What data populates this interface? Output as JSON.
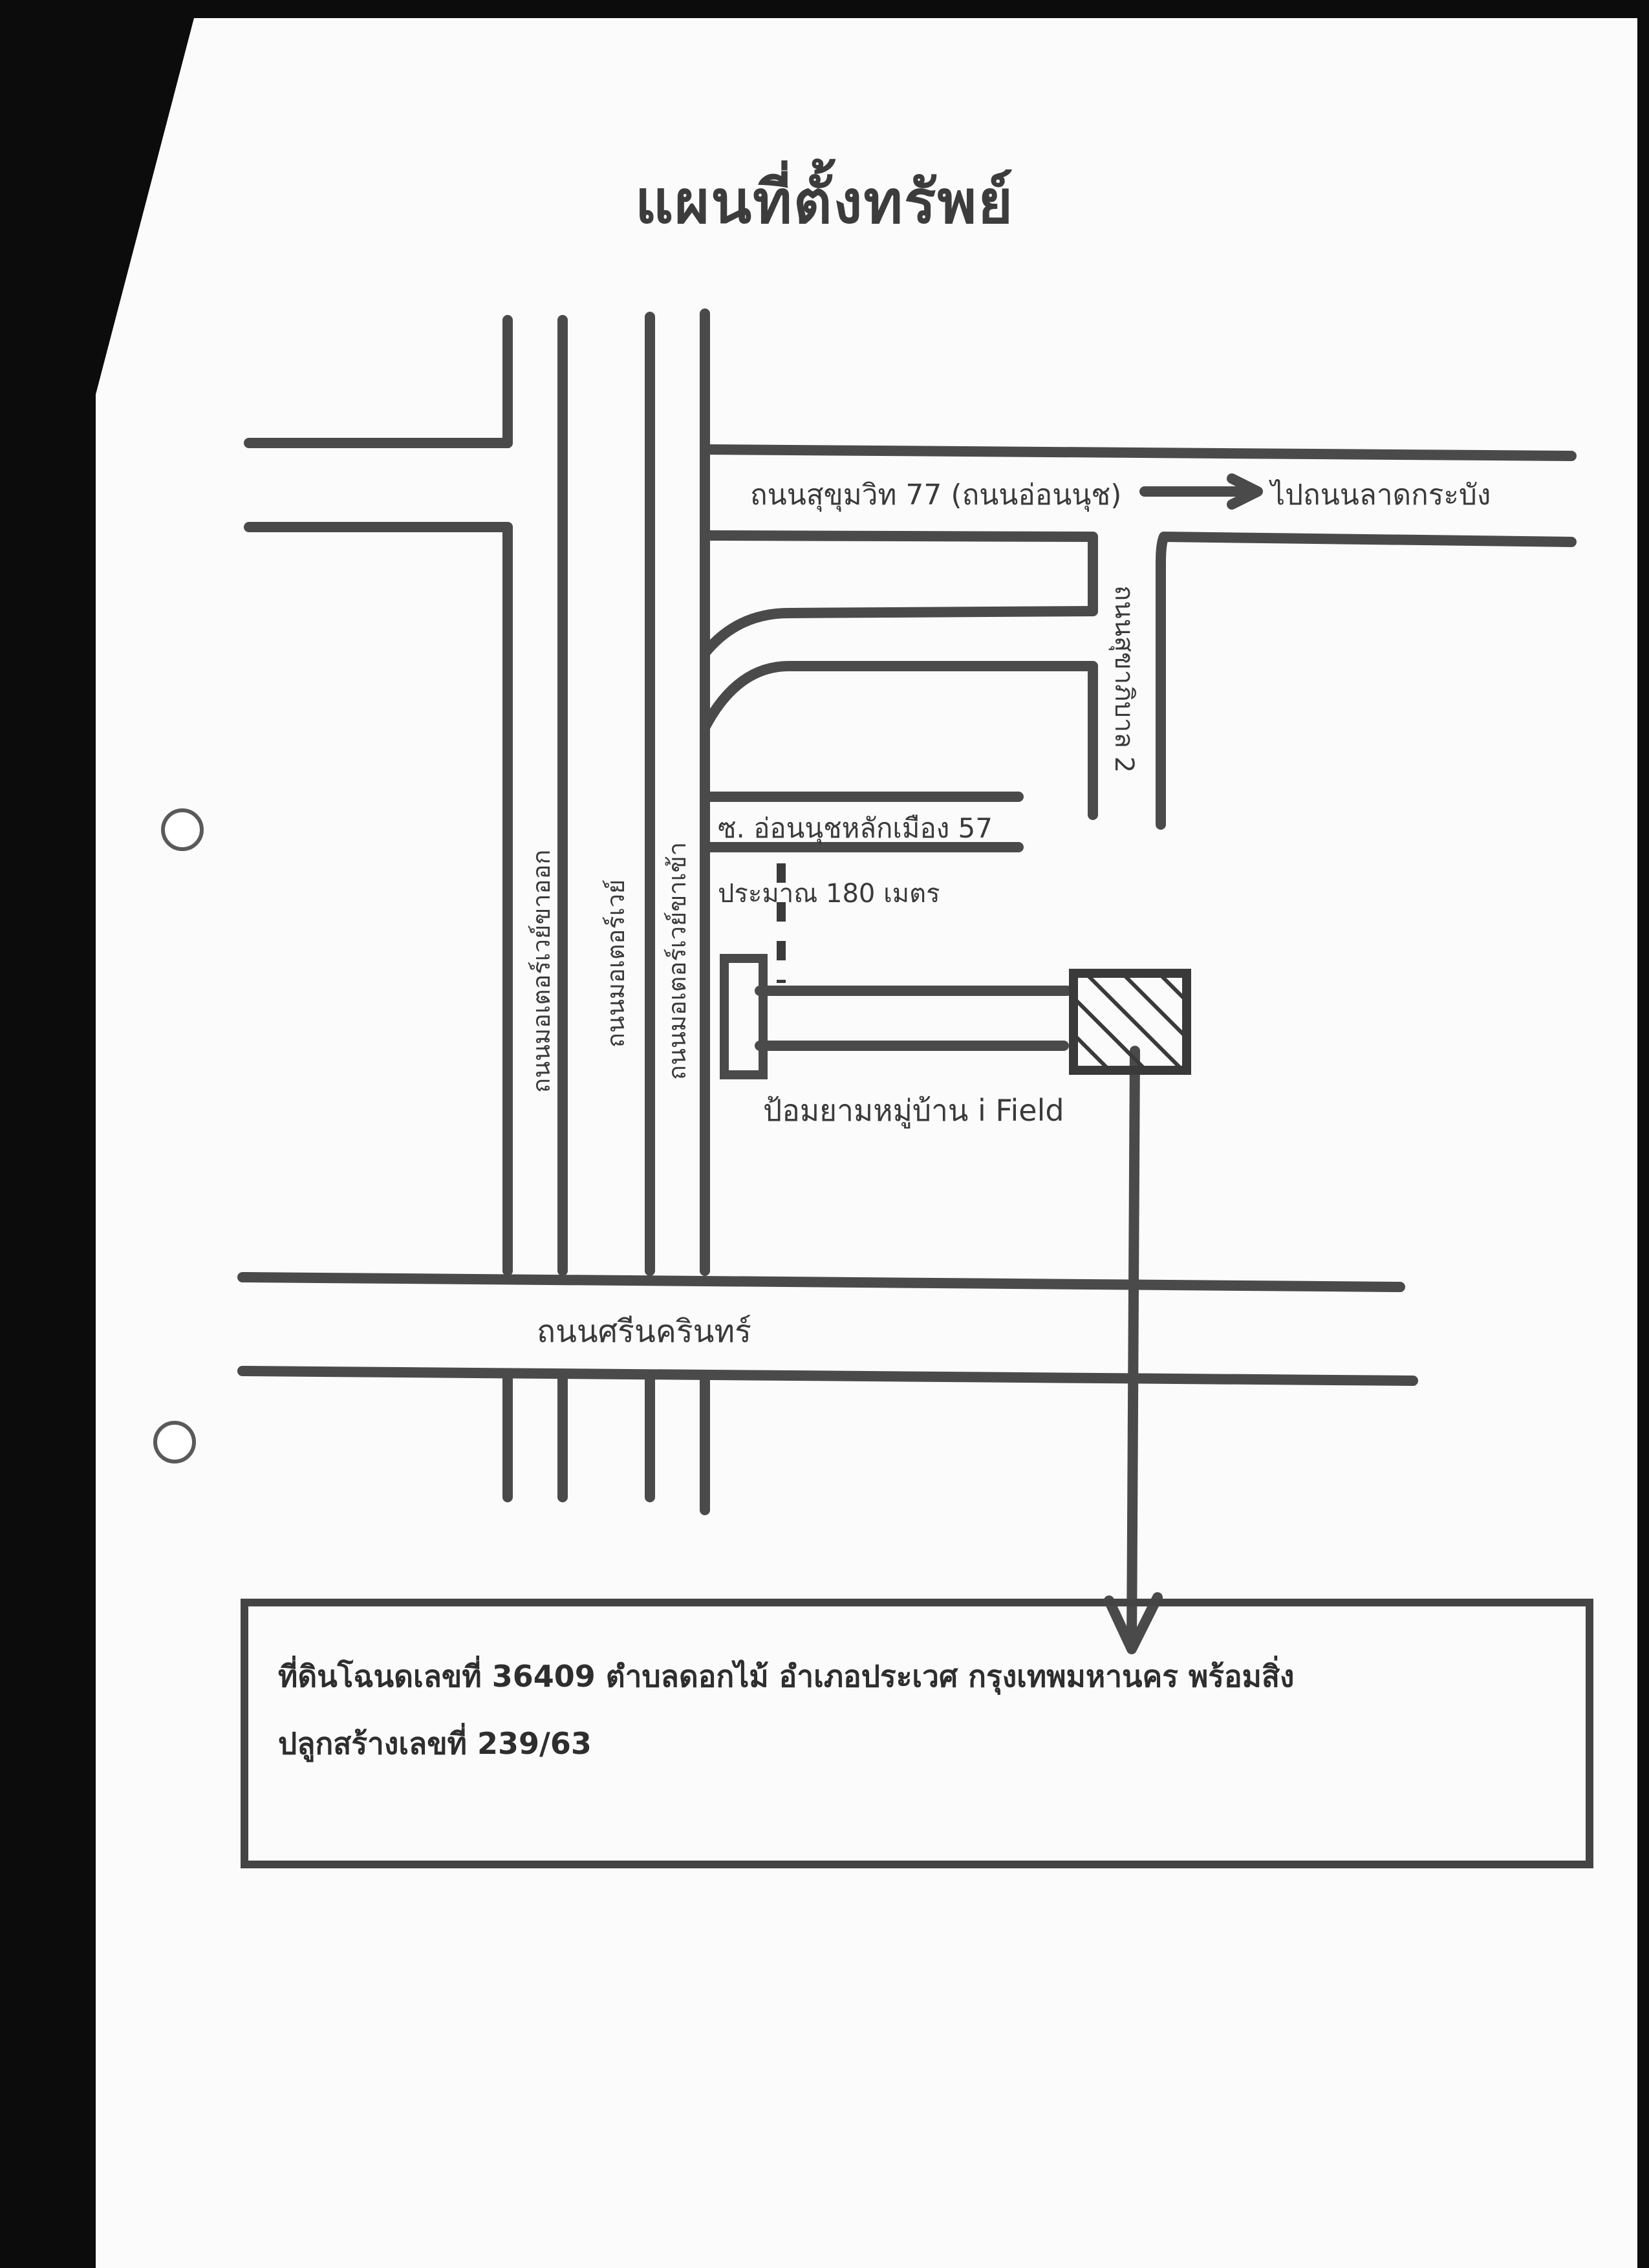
{
  "title": "แผนที่ตั้งทรัพย์",
  "map": {
    "road_main_north": "ถนนสุขุมวิท 77 (ถนนอ่อนนุช)",
    "to_direction": "ไปถนนลาดกระบัง",
    "road_side_vertical": "ถนนสุขาภิบาล 2",
    "soi_label": "ซ. อ่อนนุชหลักเมือง 57",
    "distance_label": "ประมาณ 180 เมตร",
    "landmark_label": "ป้อมยามหมู่บ้าน i Field",
    "road_west_1": "ถนนมอเตอร์เวย์ขาออก",
    "road_west_2": "ถนนมอเตอร์เวย์",
    "road_west_3": "ถนนมอเตอร์เวย์ขาเข้า",
    "road_south": "ถนนศรีนครินทร์"
  },
  "info": {
    "line1": "ที่ดินโฉนดเลขที่ 36409 ตำบลดอกไม้ อำเภอประเวศ กรุงเทพมหานคร พร้อมสิ่ง",
    "line2": "ปลูกสร้างเลขที่ 239/63"
  },
  "colors": {
    "paper": "#fbfbfc",
    "ink": "#4a4a4a",
    "border": "#0c0c0c"
  }
}
